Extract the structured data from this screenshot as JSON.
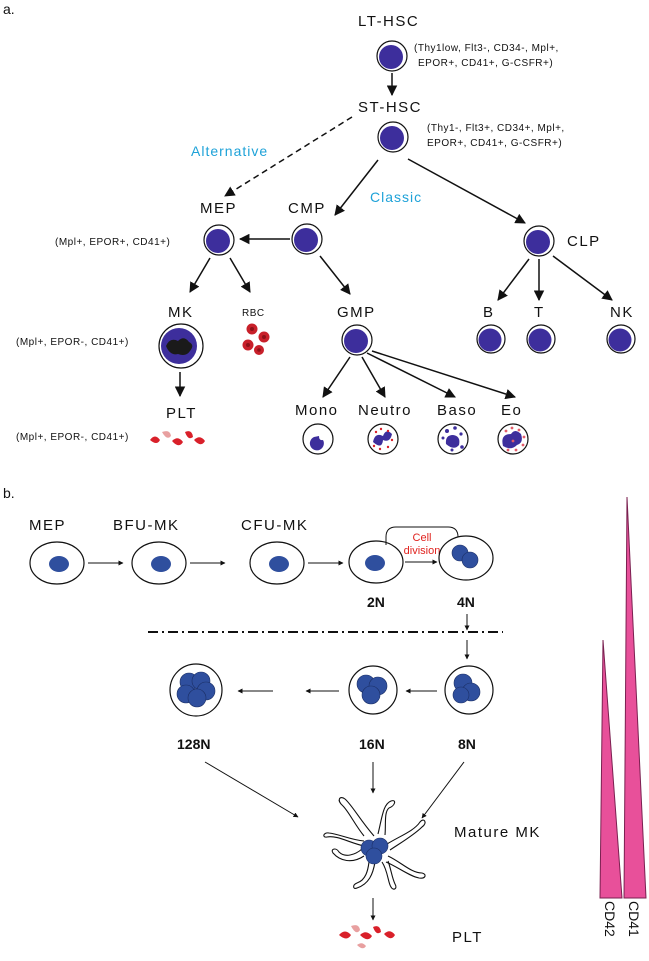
{
  "panel_a": {
    "panel_label": "a.",
    "lt_hsc": {
      "name": "LT-HSC",
      "markers_line1": "(Thy1low, Flt3-, CD34-, Mpl+,",
      "markers_line2": "EPOR+, CD41+, G-CSFR+)"
    },
    "st_hsc": {
      "name": "ST-HSC",
      "markers_line1": "(Thy1-, Flt3+, CD34+, Mpl+,",
      "markers_line2": "EPOR+, CD41+, G-CSFR+)"
    },
    "alternative_label": "Alternative",
    "classic_label": "Classic",
    "mep": {
      "name": "MEP",
      "markers": "(Mpl+, EPOR+, CD41+)"
    },
    "cmp": {
      "name": "CMP"
    },
    "clp": {
      "name": "CLP"
    },
    "mk": {
      "name": "MK",
      "markers": "(Mpl+, EPOR-, CD41+)"
    },
    "rbc": {
      "name": "RBC"
    },
    "gmp": {
      "name": "GMP"
    },
    "b": {
      "name": "B"
    },
    "t": {
      "name": "T"
    },
    "nk": {
      "name": "NK"
    },
    "plt": {
      "name": "PLT",
      "markers": "(Mpl+, EPOR-, CD41+)"
    },
    "mono": {
      "name": "Mono"
    },
    "neutro": {
      "name": "Neutro"
    },
    "baso": {
      "name": "Baso"
    },
    "eo": {
      "name": "Eo"
    }
  },
  "panel_b": {
    "panel_label": "b.",
    "mep": "MEP",
    "bfu_mk": "BFU-MK",
    "cfu_mk": "CFU-MK",
    "cell_division_line1": "Cell",
    "cell_division_line2": "division",
    "ploidy_2n": "2N",
    "ploidy_4n": "4N",
    "ploidy_8n": "8N",
    "ploidy_16n": "16N",
    "ploidy_128n": "128N",
    "mature_mk": "Mature MK",
    "plt": "PLT",
    "cd42": "CD42",
    "cd41": "CD41"
  },
  "colors": {
    "nucleus": "#3d2e9c",
    "nucleus_b": "#2f4f9e",
    "accent_blue_text": "#1ea2d8",
    "red_text": "#e0231f",
    "wedge_pink": "#e8509a",
    "rbc_red": "#c8202a"
  }
}
